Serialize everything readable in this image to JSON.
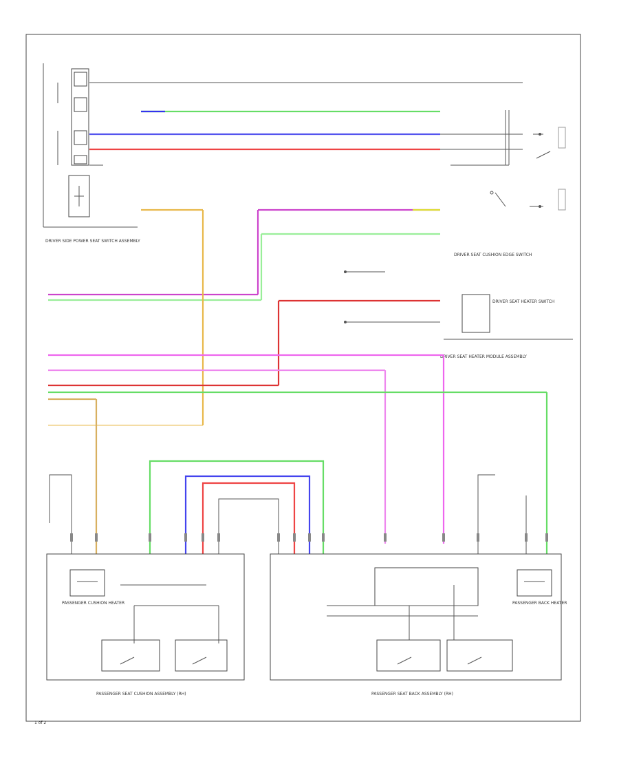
{
  "diagram": {
    "page_number": "1 of 2",
    "component_labels": {
      "left_top_switch": "DRIVER SIDE POWER SEAT SWITCH ASSEMBLY",
      "right_top_switch": "DRIVER SEAT CUSHION EDGE SWITCH",
      "heater_switch": "DRIVER SEAT HEATER SWITCH",
      "heater_module": "DRIVER SEAT HEATER MODULE ASSEMBLY",
      "left_bottom_module": "PASSENGER SEAT CUSHION ASSEMBLY (RH)",
      "right_bottom_module": "PASSENGER SEAT BACK ASSEMBLY (RH)",
      "left_cushion_heater": "PASSENGER CUSHION HEATER",
      "right_cushion_heater": "PASSENGER BACK HEATER"
    },
    "wire_colors": {
      "black": "#666666",
      "green": "#33cc33",
      "blue": "#3333ee",
      "red": "#ee3333",
      "violet": "#cc44cc",
      "light_green": "#66dd66",
      "dark_red": "#dd3333",
      "pink": "#ee66ee",
      "orange": "#e8b84a",
      "tan": "#d8b060",
      "yellow": "#dddd33"
    }
  }
}
